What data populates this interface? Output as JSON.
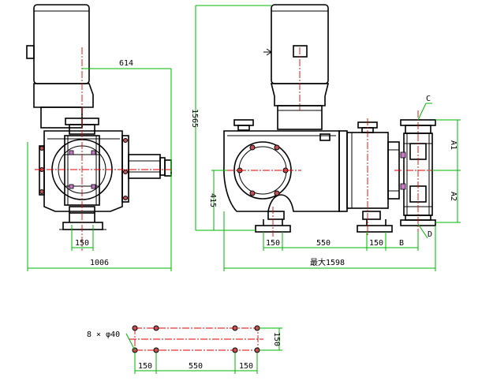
{
  "dimensions": {
    "d614": "614",
    "d1006": "1006",
    "d150_left": "150",
    "d1565": "1565",
    "d415": "415",
    "d150_a": "150",
    "d550": "550",
    "d150_b": "150",
    "dB": "B",
    "max1598": "最大1598",
    "dA1": "A1",
    "dA2": "A2",
    "dC": "C",
    "dD": "D"
  },
  "base": {
    "holes": "8 × φ40",
    "d150_1": "150",
    "d550": "550",
    "d150_2": "150",
    "d150_v": "150"
  },
  "colors": {
    "outline": "#000000",
    "dimension": "#00b400",
    "centerline": "#e00000",
    "valve": "#c878c8"
  }
}
